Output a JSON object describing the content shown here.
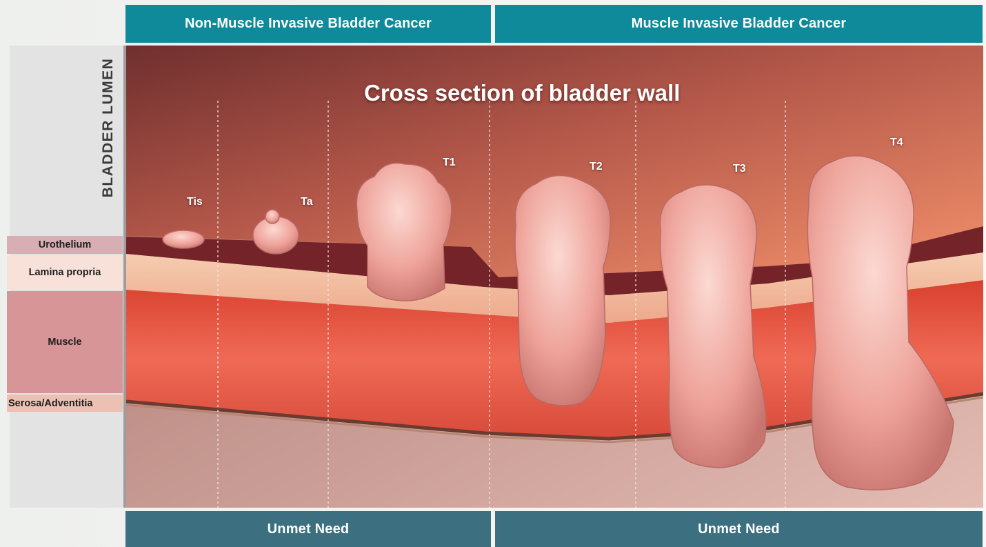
{
  "header": {
    "left_label": "Non-Muscle Invasive Bladder Cancer",
    "right_label": "Muscle Invasive Bladder Cancer"
  },
  "footer": {
    "left_label": "Unmet Need",
    "right_label": "Unmet Need"
  },
  "side": {
    "lumen_label": "BLADDER LUMEN",
    "layers": [
      "Urothelium",
      "Lamina propria",
      "Muscle",
      "Serosa/Adventitia"
    ]
  },
  "diagram": {
    "title": "Cross section of bladder wall",
    "stages": [
      "Tis",
      "Ta",
      "T1",
      "T2",
      "T3",
      "T4"
    ]
  },
  "colors": {
    "header_teal": "#0e8a9a",
    "footer_slate": "#3c6f80",
    "lumen_dark": "#7e3a37",
    "lumen_light": "#f08a66",
    "urothelium": "#6e2228",
    "lamina_propria": "#f4c7a8",
    "muscle": "#dc4a3b",
    "tumor": "#f0a8a0"
  }
}
